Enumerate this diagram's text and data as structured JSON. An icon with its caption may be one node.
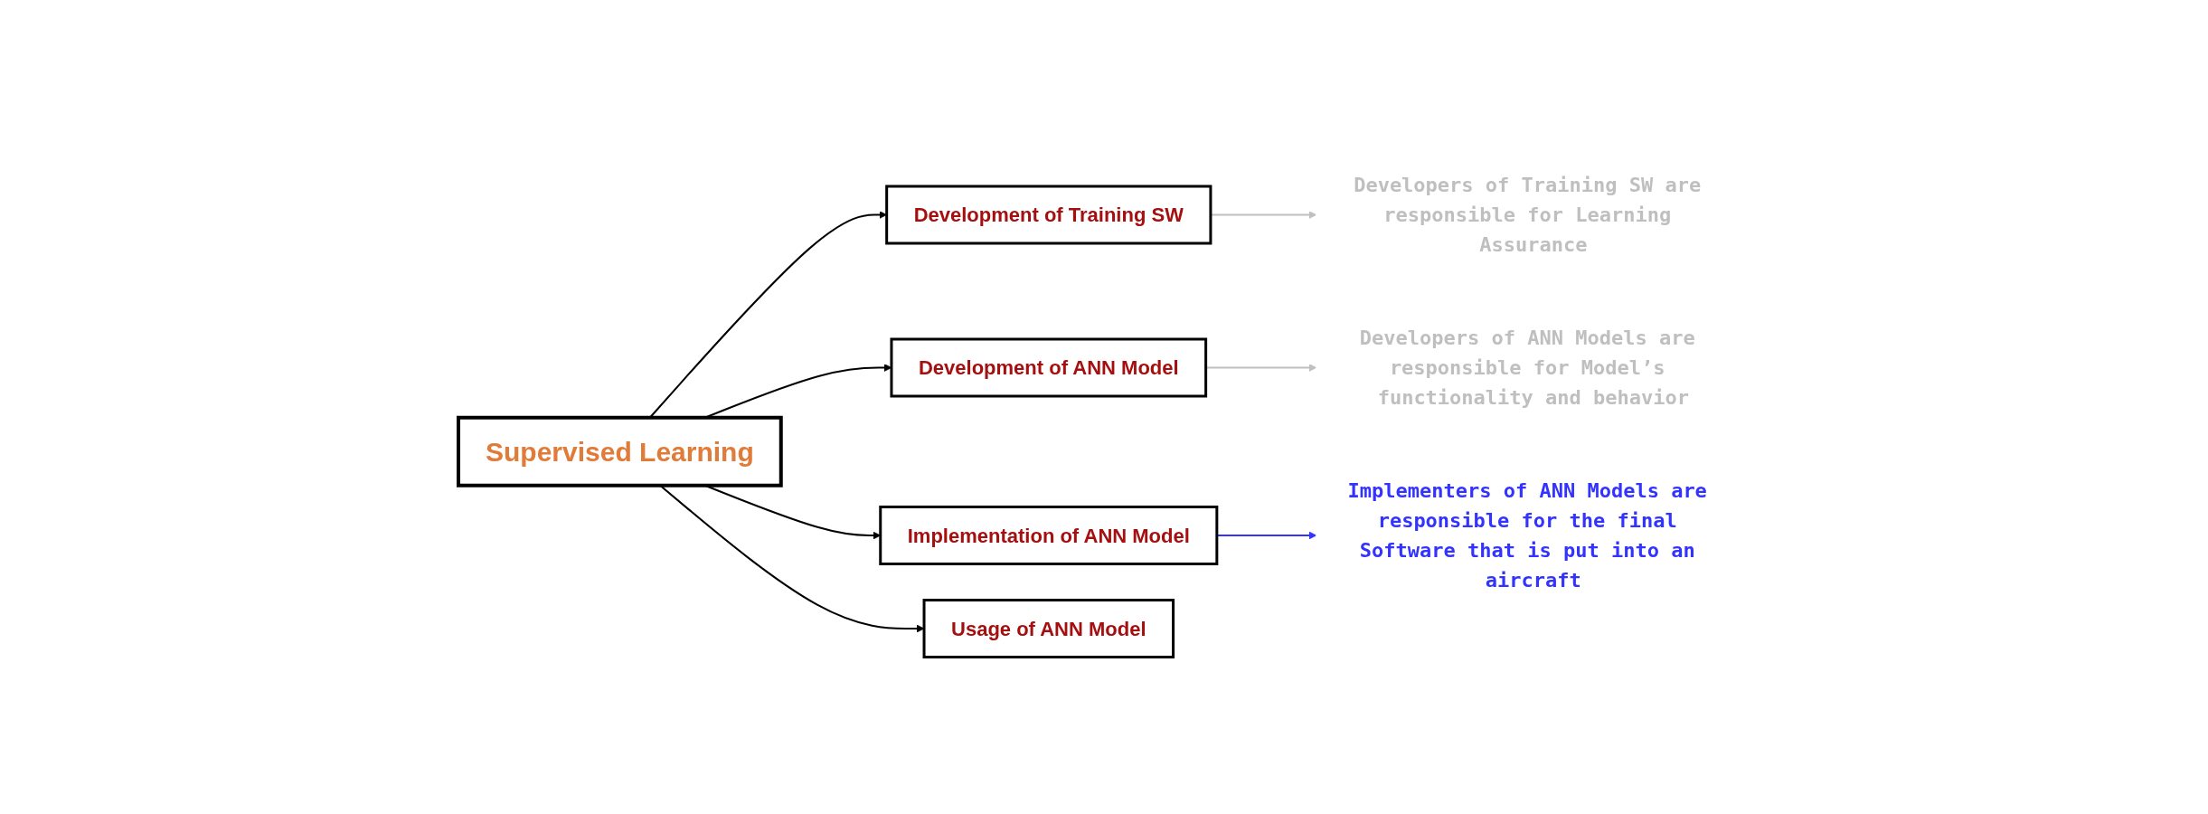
{
  "diagram": {
    "nodes": [
      {
        "text": [
          "Supervised Learning"
        ]
      },
      {
        "text": [
          "Development of Training SW"
        ]
      },
      {
        "text": [
          "Development of ANN Model"
        ]
      },
      {
        "text": [
          "Implementation of ANN Model"
        ]
      },
      {
        "text": [
          "Usage of ANN Model"
        ]
      },
      {
        "text": [
          "Developers of Training SW are responsible for Learning Assurance"
        ]
      },
      {
        "text": [
          "Developers of ANN Models are responsible for Model’s functionality and behavior"
        ]
      },
      {
        "text": [
          "Implementers of ANN Models are responsible for the final Software that is put into an aircraft"
        ]
      }
    ],
    "edges": [
      {
        "from": 0,
        "to": 1,
        "arrow": "to"
      },
      {
        "from": 0,
        "to": 2,
        "arrow": "to"
      },
      {
        "from": 0,
        "to": 3,
        "arrow": "to"
      },
      {
        "from": 0,
        "to": 4,
        "arrow": "to"
      },
      {
        "from": 1,
        "to": 5,
        "arrow": "to",
        "color": "#bfbfbf"
      },
      {
        "from": 2,
        "to": 6,
        "arrow": "to",
        "color": "#bfbfbf"
      },
      {
        "from": 3,
        "to": 7,
        "arrow": "to",
        "color": "#3333ff"
      }
    ]
  }
}
